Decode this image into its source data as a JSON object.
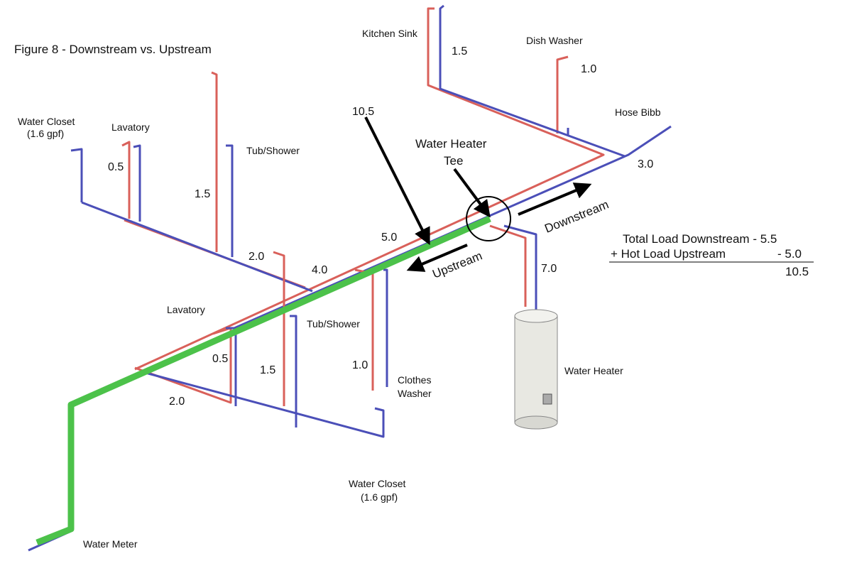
{
  "title": "Figure 8 - Downstream vs. Upstream",
  "colors": {
    "hot": "#d9605a",
    "cold": "#4b4fb8",
    "path": "#4cc24a",
    "arrow": "#000000"
  },
  "fixtures": {
    "water_closet_left": [
      "Water Closet",
      "(1.6 gpf)"
    ],
    "lavatory_left": "Lavatory",
    "tub_shower_left": "Tub/Shower",
    "kitchen_sink": "Kitchen Sink",
    "dish_washer": "Dish Washer",
    "hose_bibb": "Hose Bibb",
    "lavatory_lower": "Lavatory",
    "tub_shower_lower": "Tub/Shower",
    "clothes_washer": [
      "Clothes",
      "Washer"
    ],
    "water_closet_lower": [
      "Water Closet",
      "(1.6 gpf)"
    ],
    "water_heater": "Water Heater",
    "water_meter": "Water Meter",
    "water_heater_tee": [
      "Water Heater",
      "Tee"
    ]
  },
  "loads": {
    "kitchen_sink": "1.5",
    "dish_washer": "1.0",
    "hose_bibb": "3.0",
    "lavatory_left": "0.5",
    "tub_shower_left": "1.5",
    "branch_left": "2.0",
    "main_4": "4.0",
    "main_5": "5.0",
    "total_upstream": "10.5",
    "water_heater": "7.0",
    "lavatory_lower": "0.5",
    "tub_shower_lower": "1.5",
    "branch_lower": "2.0",
    "clothes_washer": "1.0"
  },
  "arrows": {
    "downstream": "Downstream",
    "upstream": "Upstream"
  },
  "summary": {
    "line1": "Total Load Downstream - 5.5",
    "line2_label": "+ Hot Load Upstream",
    "line2_value": "- 5.0",
    "result": "10.5"
  }
}
